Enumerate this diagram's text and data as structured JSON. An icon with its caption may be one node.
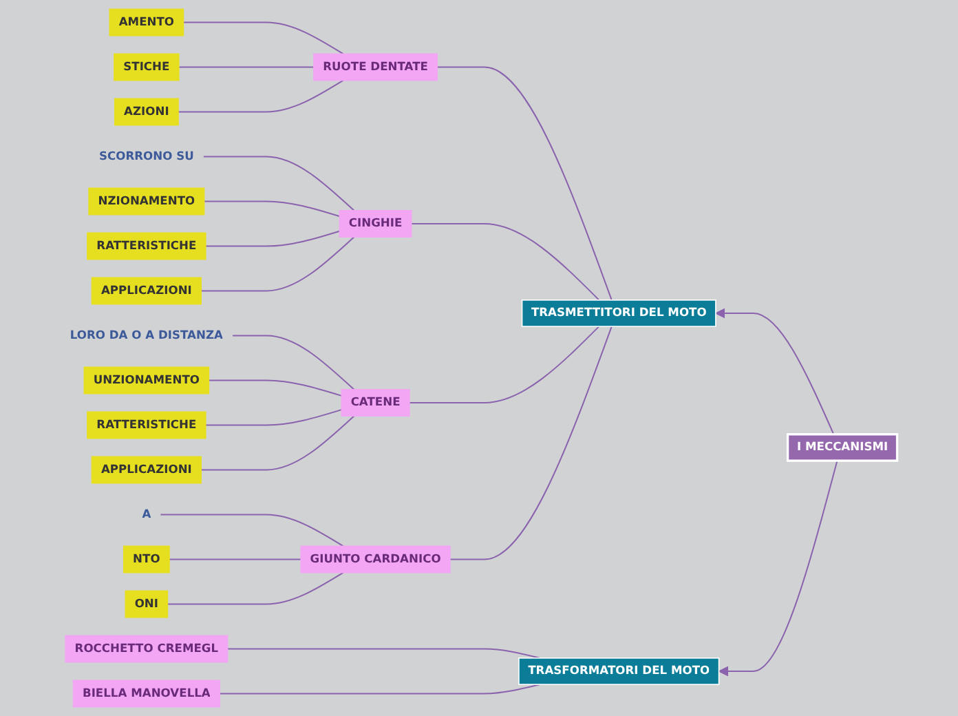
{
  "diagram": {
    "nodes": [
      {
        "text": [
          "I MECCANISMI"
        ]
      },
      {
        "text": [
          "TRASMETTITORI DEL MOTO"
        ]
      },
      {
        "text": [
          "RUOTE DENTATE"
        ]
      },
      {
        "text": [
          "AMENTO"
        ]
      },
      {
        "text": [
          "STICHE"
        ]
      },
      {
        "text": [
          "AZIONI"
        ]
      },
      {
        "text": [
          "CINGHIE"
        ]
      },
      {
        "text": [
          "SCORRONO SU"
        ]
      },
      {
        "text": [
          "NZIONAMENTO"
        ]
      },
      {
        "text": [
          "RATTERISTICHE"
        ]
      },
      {
        "text": [
          "APPLICAZIONI"
        ]
      },
      {
        "text": [
          "CATENE"
        ]
      },
      {
        "text": [
          "LORO DA O A DISTANZA"
        ]
      },
      {
        "text": [
          "UNZIONAMENTO"
        ]
      },
      {
        "text": [
          "RATTERISTICHE"
        ]
      },
      {
        "text": [
          "APPLICAZIONI"
        ]
      },
      {
        "text": [
          "GIUNTO CARDANICO"
        ]
      },
      {
        "text": [
          "A"
        ]
      },
      {
        "text": [
          "NTO"
        ]
      },
      {
        "text": [
          "ONI"
        ]
      },
      {
        "text": [
          "TRASFORMATORI DEL MOTO"
        ]
      },
      {
        "text": [
          "ROCCHETTO CREMEGL"
        ]
      },
      {
        "text": [
          "BIELLA MANOVELLA"
        ]
      }
    ],
    "edges": [
      {
        "from": 0,
        "to": 1,
        "arrow": "to"
      },
      {
        "from": 0,
        "to": 20,
        "arrow": "to"
      },
      {
        "from": 1,
        "to": 2,
        "arrow": "none"
      },
      {
        "from": 1,
        "to": 6,
        "arrow": "none"
      },
      {
        "from": 1,
        "to": 11,
        "arrow": "none"
      },
      {
        "from": 1,
        "to": 16,
        "arrow": "none"
      },
      {
        "from": 2,
        "to": 3,
        "arrow": "none"
      },
      {
        "from": 2,
        "to": 4,
        "arrow": "none"
      },
      {
        "from": 2,
        "to": 5,
        "arrow": "none"
      },
      {
        "from": 6,
        "to": 7,
        "arrow": "none"
      },
      {
        "from": 6,
        "to": 8,
        "arrow": "none"
      },
      {
        "from": 6,
        "to": 9,
        "arrow": "none"
      },
      {
        "from": 6,
        "to": 10,
        "arrow": "none"
      },
      {
        "from": 11,
        "to": 12,
        "arrow": "none"
      },
      {
        "from": 11,
        "to": 13,
        "arrow": "none"
      },
      {
        "from": 11,
        "to": 14,
        "arrow": "none"
      },
      {
        "from": 11,
        "to": 15,
        "arrow": "none"
      },
      {
        "from": 16,
        "to": 17,
        "arrow": "none"
      },
      {
        "from": 16,
        "to": 18,
        "arrow": "none"
      },
      {
        "from": 16,
        "to": 19,
        "arrow": "none"
      },
      {
        "from": 20,
        "to": 21,
        "arrow": "none"
      },
      {
        "from": 20,
        "to": 22,
        "arrow": "none"
      }
    ]
  }
}
